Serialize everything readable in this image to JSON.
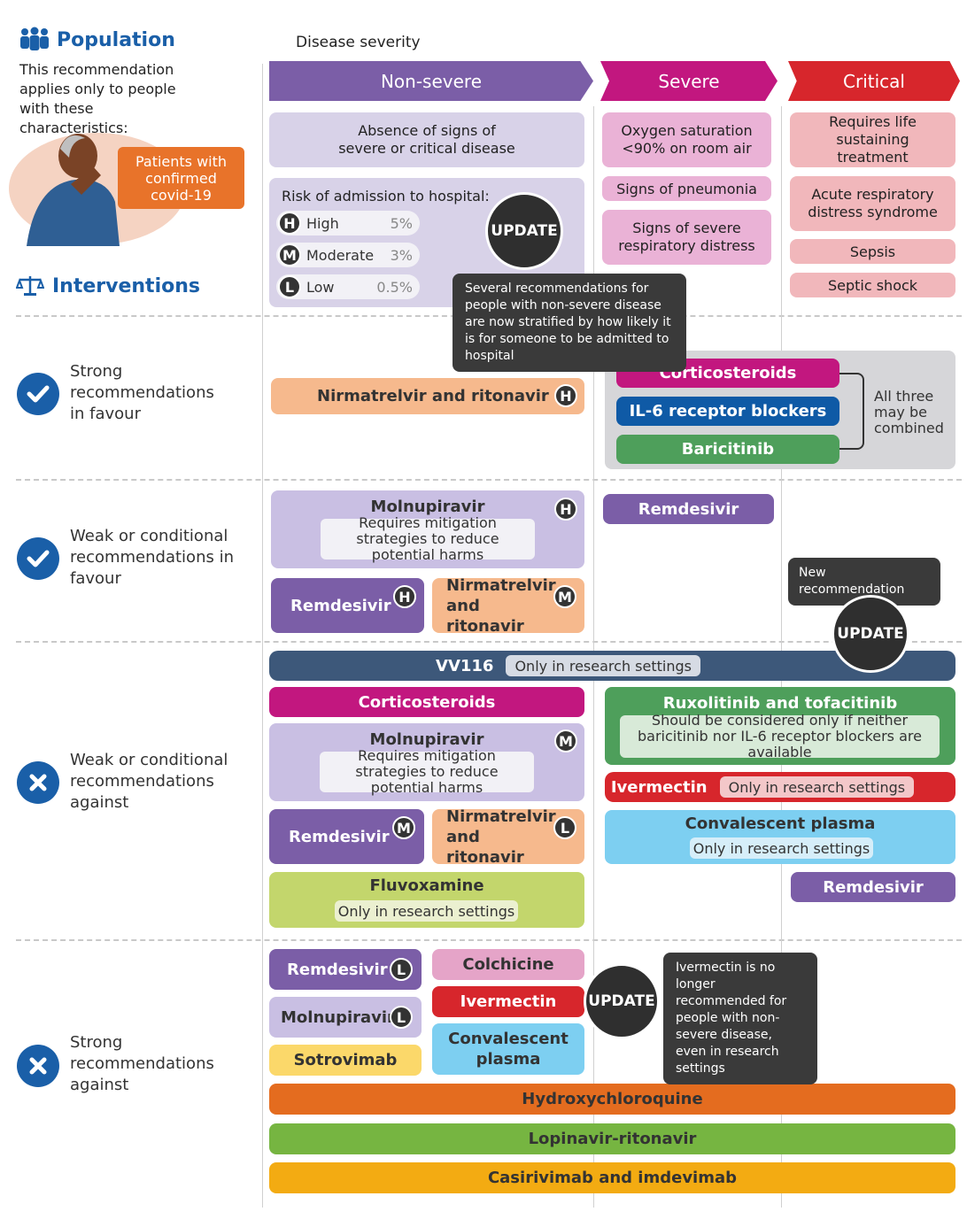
{
  "population": {
    "title": "Population",
    "desc": "This recommendation applies only to people with these characteristics:",
    "patients": "Patients with confirmed covid-19"
  },
  "interventions_title": "Interventions",
  "disease_severity": "Disease severity",
  "columns": {
    "nonsevere": "Non-severe",
    "severe": "Severe",
    "critical": "Critical"
  },
  "criteria": {
    "nonsevere": "Absence of signs of severe or critical disease",
    "risk_title": "Risk of admission to hospital:",
    "risk": [
      {
        "letter": "H",
        "label": "High",
        "pct": "5%"
      },
      {
        "letter": "M",
        "label": "Moderate",
        "pct": "3%"
      },
      {
        "letter": "L",
        "label": "Low",
        "pct": "0.5%"
      }
    ],
    "severe": [
      "Oxygen saturation <90% on room air",
      "Signs of pneumonia",
      "Signs of severe respiratory distress"
    ],
    "critical": [
      "Requires life sustaining treatment",
      "Acute respiratory distress syndrome",
      "Sepsis",
      "Septic shock"
    ]
  },
  "update_label": "UPDATE",
  "tooltips": {
    "stratified": "Several recommendations for people with non-severe disease are now stratified by how likely it is for someone to be admitted to hospital",
    "new_rec": "New recommendation",
    "ivermectin": "Ivermectin is no longer recommended for people with non-severe disease, even in research settings"
  },
  "rows": {
    "strong_favour": "Strong recommendations in favour",
    "weak_favour": "Weak or conditional recommendations in favour",
    "weak_against": "Weak or conditional recommendations against",
    "strong_against": "Strong recommendations against"
  },
  "drugs": {
    "nirmatrelvir": "Nirmatrelvir and ritonavir",
    "corticosteroids": "Corticosteroids",
    "il6": "IL-6 receptor blockers",
    "baricitinib": "Baricitinib",
    "all_three": "All three may be combined",
    "molnupiravir": "Molnupiravir",
    "mitigation": "Requires mitigation strategies to reduce potential harms",
    "remdesivir": "Remdesivir",
    "vv116": "VV116",
    "research_only": "Only in research settings",
    "ruxolitinib": "Ruxolitinib and tofacitinib",
    "ruxolitinib_note": "Should be considered only if neither baricitinib nor IL-6 receptor blockers are available",
    "ivermectin": "Ivermectin",
    "convalescent": "Convalescent plasma",
    "fluvoxamine": "Fluvoxamine",
    "colchicine": "Colchicine",
    "sotrovimab": "Sotrovimab",
    "hydroxychloroquine": "Hydroxychloroquine",
    "lopinavir": "Lopinavir-ritonavir",
    "casirivimab": "Casirivimab and imdevimab"
  },
  "badges": {
    "H": "H",
    "M": "M",
    "L": "L"
  },
  "colors": {
    "purple": "#7b5ea7",
    "magenta": "#c2177f",
    "red": "#d7262c",
    "orange": "#f6b98d",
    "blue": "#0f5aa6",
    "green": "#4e9f5b",
    "navy": "#3d587a",
    "cyan": "#7dcff1",
    "lime": "#c3d66c",
    "yellow": "#fbd86a",
    "deeporange": "#e46c1f",
    "grass": "#76b541",
    "amber": "#f3ab12"
  }
}
